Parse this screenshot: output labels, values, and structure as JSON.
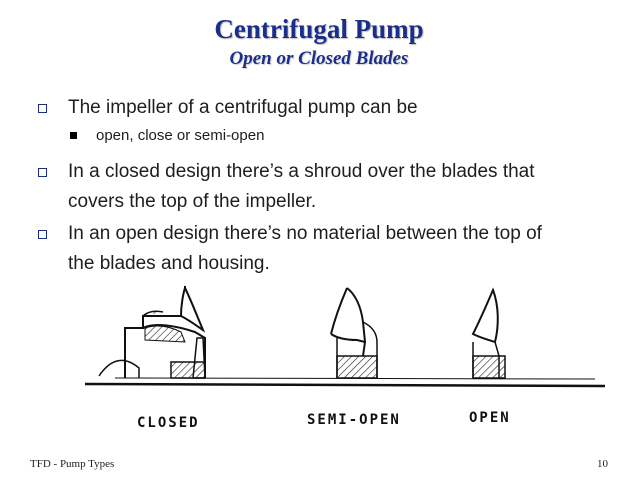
{
  "slide": {
    "title": "Centrifugal Pump",
    "subtitle": "Open or Closed Blades",
    "bullets": [
      {
        "lines": [
          "The impeller of a centrifugal pump can be"
        ],
        "sub_items": [
          "open, close or semi-open"
        ]
      },
      {
        "lines": [
          "In a closed design there’s a shroud over the blades that",
          "covers the top of the impeller."
        ],
        "sub_items": []
      },
      {
        "lines": [
          "In an open design there’s no material between the top of",
          "the blades and housing."
        ],
        "sub_items": []
      }
    ],
    "figure": {
      "labels": [
        "CLOSED",
        "SEMI-OPEN",
        "OPEN"
      ]
    },
    "footer": {
      "left": "TFD - Pump Types",
      "page_number": "10"
    }
  },
  "colors": {
    "title": "#1b2f8a",
    "bullet_marker": "#1b2f8a",
    "body_text": "#1e1e1e"
  }
}
